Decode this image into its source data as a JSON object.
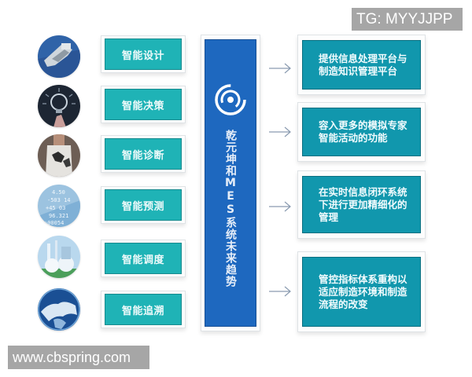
{
  "watermarks": {
    "top_right": "TG: MYYJJPP",
    "bottom_left": "www.cbspring.com"
  },
  "colors": {
    "left_box_fill": "#1fb3b6",
    "center_fill": "#1e68bf",
    "right_box_fill": "#1197ad",
    "arrow": "#8a9bb0"
  },
  "left_items": [
    {
      "label": "智能设计",
      "icon": "robot-arm-photo-icon"
    },
    {
      "label": "智能决策",
      "icon": "lightbulb-hand-photo-icon"
    },
    {
      "label": "智能诊断",
      "icon": "person-tshirt-photo-icon"
    },
    {
      "label": "智能预测",
      "icon": "stock-numbers-photo-icon"
    },
    {
      "label": "智能调度",
      "icon": "factory-plant-photo-icon"
    },
    {
      "label": "智能追溯",
      "icon": "globe-network-photo-icon"
    }
  ],
  "center": {
    "logo": "swirl-logo-icon",
    "title": "乾元坤和MES系统未来趋势"
  },
  "right_items": [
    {
      "text": "提供信息处理平台与制造知识管理平台"
    },
    {
      "text": "容入更多的模拟专家智能活动的功能"
    },
    {
      "text": "在实时信息闭环系统下进行更加精细化的管理"
    },
    {
      "text": "管控指标体系重构以适应制造环境和制造流程的改变"
    }
  ],
  "arrow_symbol": "→"
}
